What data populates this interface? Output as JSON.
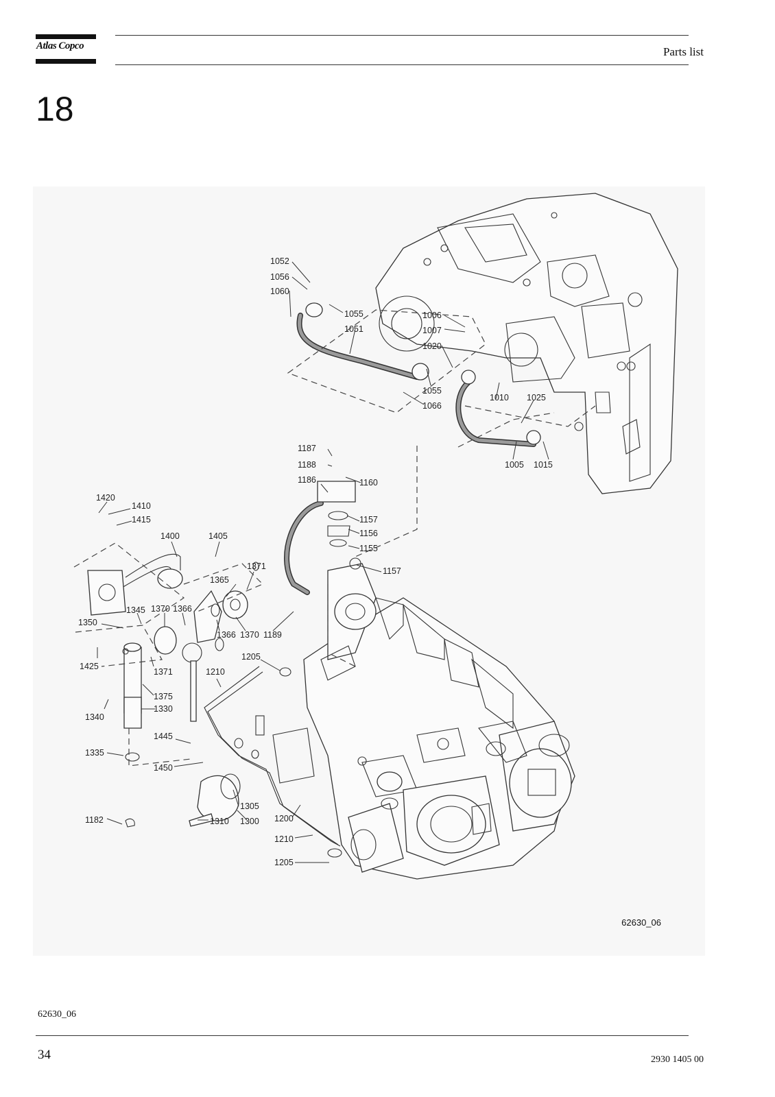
{
  "header": {
    "brand": "Atlas Copco",
    "title": "Parts list"
  },
  "section_number": "18",
  "figure": {
    "code": "62630_06",
    "callouts": [
      "1052",
      "1056",
      "1060",
      "1055",
      "1051",
      "1006",
      "1007",
      "1020",
      "1055",
      "1066",
      "1010",
      "1025",
      "1005",
      "1015",
      "1187",
      "1188",
      "1186",
      "1160",
      "1157",
      "1156",
      "1155",
      "1157",
      "1420",
      "1410",
      "1415",
      "1400",
      "1405",
      "1371",
      "1365",
      "1345",
      "1370",
      "1366",
      "1350",
      "1366",
      "1370",
      "1189",
      "1425",
      "1371",
      "1205",
      "1210",
      "1375",
      "1330",
      "1340",
      "1445",
      "1335",
      "1450",
      "1305",
      "1182",
      "1310",
      "1300",
      "1200",
      "1210",
      "1205"
    ]
  },
  "footer": {
    "image_ref": "62630_06",
    "page_number": "34",
    "doc_number": "2930 1405 00"
  }
}
